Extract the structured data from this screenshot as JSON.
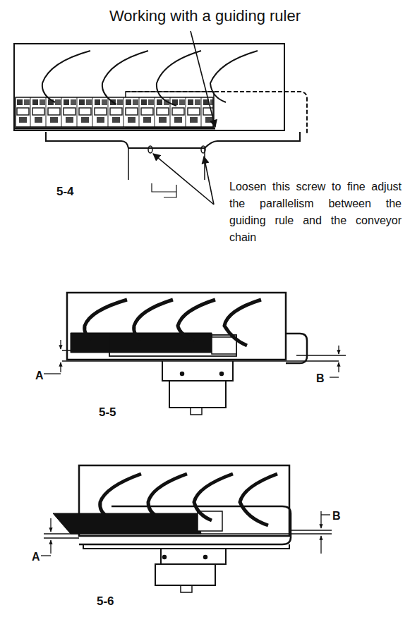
{
  "diagram": {
    "title": "Working with a guiding ruler",
    "labels": [
      "Loosen this screw to fine adjust the parallelism between the guiding rule and the conveyor chain",
      "5-4",
      "5-5",
      "A",
      "B",
      "5-6",
      "A",
      "B"
    ]
  }
}
